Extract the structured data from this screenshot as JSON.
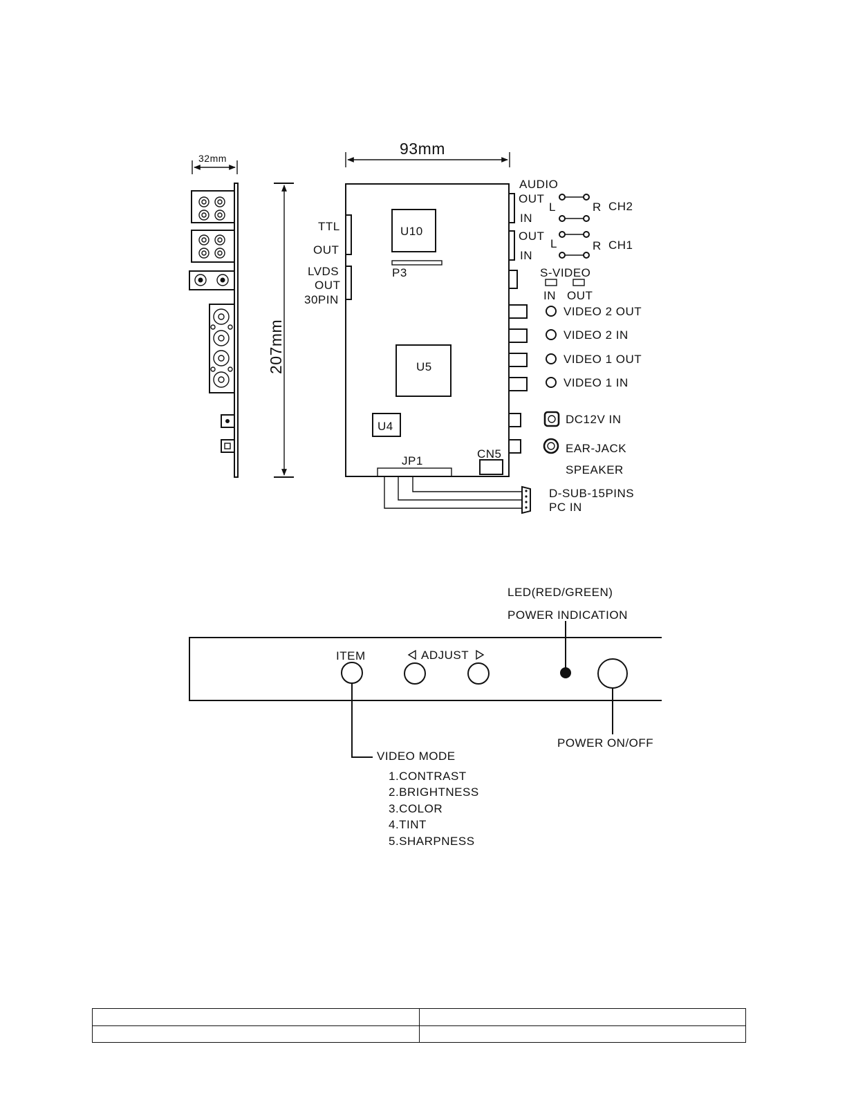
{
  "board": {
    "dim_width": "32mm",
    "dim_board_width": "93mm",
    "dim_height": "207mm",
    "chips": {
      "u10": "U10",
      "u5": "U5",
      "u4": "U4",
      "p3": "P3",
      "jp1": "JP1",
      "cn5": "CN5"
    },
    "left_labels": {
      "ttl": "TTL",
      "out": "OUT",
      "lvds": "LVDS",
      "lvds_out": "OUT",
      "pin30": "30PIN"
    },
    "audio": {
      "title": "AUDIO",
      "out1": "OUT",
      "in1": "IN",
      "out2": "OUT",
      "in2": "IN",
      "l1": "L",
      "r1": "R",
      "ch2": "CH2",
      "l2": "L",
      "r2": "R",
      "ch1": "CH1"
    },
    "svideo": {
      "title": "S-VIDEO",
      "in": "IN",
      "out": "OUT"
    },
    "video": [
      "VIDEO 2 OUT",
      "VIDEO 2 IN",
      "VIDEO 1 OUT",
      "VIDEO 1 IN"
    ],
    "power": {
      "dc": "DC12V IN",
      "ear": "EAR-JACK",
      "speaker": "SPEAKER"
    },
    "dsub": {
      "line1": "D-SUB-15PINS",
      "line2": "PC IN"
    }
  },
  "panel": {
    "led_label": "LED(RED/GREEN)",
    "power_indication": "POWER INDICATION",
    "item": "ITEM",
    "adjust": "ADJUST",
    "power_onoff": "POWER ON/OFF",
    "video_mode": "VIDEO MODE",
    "menu": [
      "1.CONTRAST",
      "2.BRIGHTNESS",
      "3.COLOR",
      "4.TINT",
      "5.SHARPNESS"
    ]
  }
}
